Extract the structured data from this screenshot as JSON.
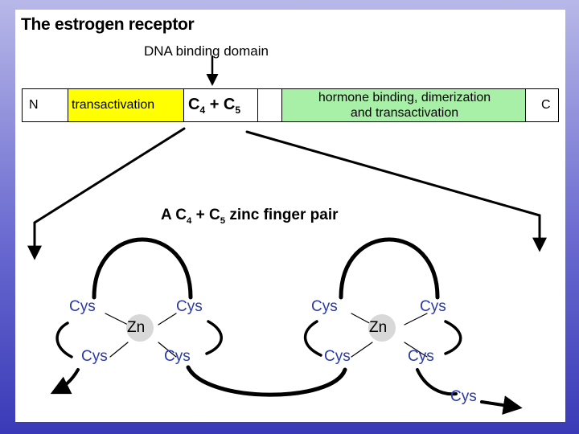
{
  "title": "The estrogen receptor",
  "dna_binding_label": "DNA binding domain",
  "bar": {
    "n_terminus": "N",
    "c_terminus": "C",
    "transactivation": "transactivation",
    "dbd_main": "C",
    "dbd_sub1": "4",
    "dbd_plus": " + C",
    "dbd_sub2": "5",
    "hormone_line1": "hormone binding, dimerization",
    "hormone_line2": "and transactivation",
    "colors": {
      "transactivation": "#ffff00",
      "hormone": "#a8f0a8"
    }
  },
  "zinc_finger": {
    "title_a": "A C",
    "title_sub1": "4",
    "title_plus": " + C",
    "title_sub2": "5",
    "title_rest": " zinc finger pair",
    "cys_label": "Cys",
    "zn_label": "Zn",
    "cys_color": "#2a3aa8"
  }
}
